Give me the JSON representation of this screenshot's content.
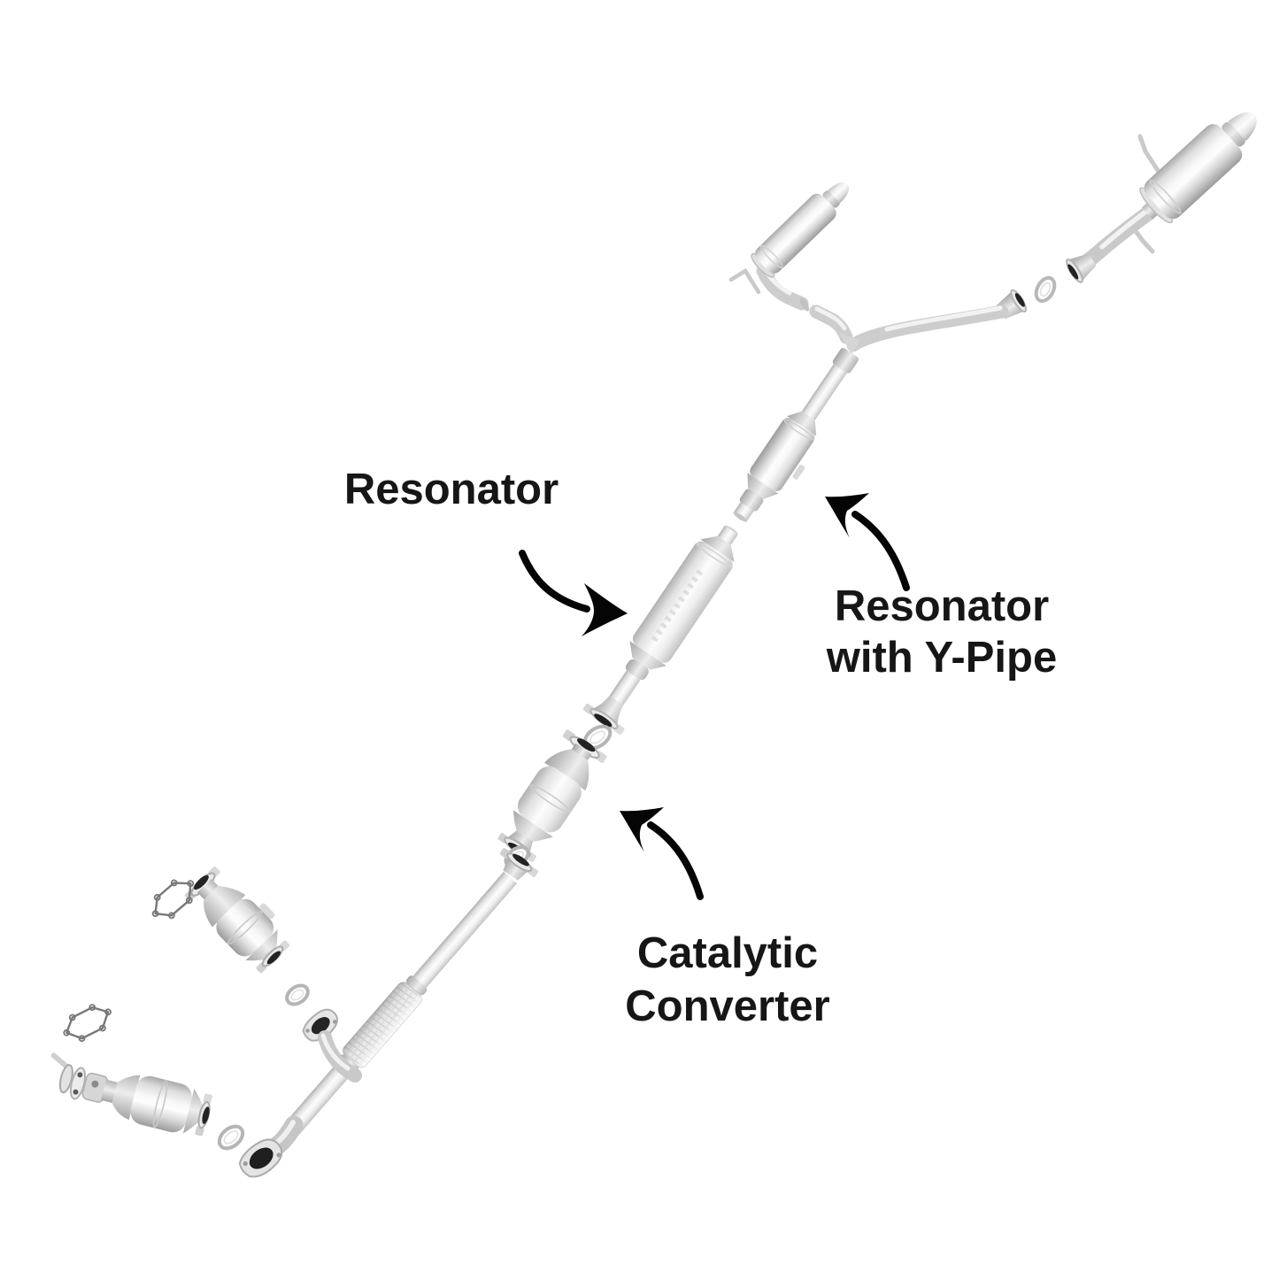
{
  "page": {
    "background": "#ffffff",
    "type": "exhaust-system-parts-diagram"
  },
  "labels": {
    "resonator": "Resonator",
    "resonator_y_line1": "Resonator",
    "resonator_y_line2": "with Y-Pipe",
    "cat_line1": "Catalytic",
    "cat_line2": "Converter"
  },
  "colors": {
    "text": "#161616",
    "arrow": "#050505",
    "metal_light": "#fbfbfb",
    "metal_mid": "#d9d9d9",
    "metal_dark": "#9e9e9e",
    "opening_dark": "#1f1f1f",
    "gasket_ring": "#b5b5b5",
    "wire_gasket": "#787878"
  },
  "parts": [
    {
      "name": "right-muffler-with-tip"
    },
    {
      "name": "left-muffler-with-tip"
    },
    {
      "name": "y-pipe-junction"
    },
    {
      "name": "resonator-with-y-pipe"
    },
    {
      "name": "resonator"
    },
    {
      "name": "catalytic-converter"
    },
    {
      "name": "front-flex-pipe"
    },
    {
      "name": "manifold-catalytic-converter-upper"
    },
    {
      "name": "manifold-catalytic-converter-lower"
    },
    {
      "name": "oval-gasket-rings"
    },
    {
      "name": "wire-form-gaskets"
    }
  ]
}
